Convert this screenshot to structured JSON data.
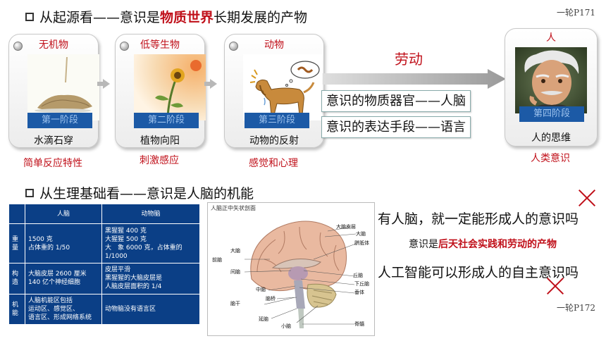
{
  "header": {
    "prefix": "从起源看——意识是",
    "highlight": "物质世界",
    "suffix": "长期发展的产物",
    "ref": "一轮P171"
  },
  "stages": [
    {
      "title": "无机物",
      "stage": "第一阶段",
      "caption": "水滴石穿",
      "label": "简单反应特性"
    },
    {
      "title": "低等生物",
      "stage": "第二阶段",
      "caption": "植物向阳",
      "label": "刺激感应"
    },
    {
      "title": "动物",
      "stage": "第三阶段",
      "caption": "动物的反射",
      "label": "感觉和心理"
    },
    {
      "title": "人",
      "stage": "第四阶段",
      "caption": "人的思维",
      "label": "人类意识"
    }
  ],
  "labor": {
    "label": "劳动",
    "fact1": "意识的物质器官——人脑",
    "fact2": "意识的表达手段——语言"
  },
  "section2": {
    "title": "从生理基础看——意识是人脑的机能",
    "ref": "一轮P172"
  },
  "table": {
    "headers": [
      "",
      "人脑",
      "动物脑"
    ],
    "rows": [
      {
        "label": "重量",
        "human": [
          "1500 克",
          "占体重的 1/50"
        ],
        "animal": [
          "黑猩猩 400 克",
          "大猩猩 500 克",
          "大　象 6000 克，占体重的 1/1000"
        ]
      },
      {
        "label": "构造",
        "human": [
          "大脑皮层 2600 厘米",
          "140 亿个神经细胞"
        ],
        "animal": [
          "皮层平滑",
          "黑猩猩的大脑皮层是",
          "人脑皮层面积的 1/4"
        ]
      },
      {
        "label": "机能",
        "human": [
          "人脑机能区包括",
          "运动区、感觉区、",
          "语言区、形成网络系统"
        ],
        "animal": [
          "动物脑没有语言区"
        ]
      }
    ]
  },
  "diagram": {
    "title": "人脑正中矢状剖面",
    "labels": {
      "dnq": "大脑皮层",
      "dn": "大脑",
      "pzt": "胼胝体",
      "qn": "前脑",
      "qn2": "丘脑",
      "jn": "间脑",
      "xqn": "下丘脑",
      "zn": "中脑",
      "ct": "垂体",
      "ng": "脑干",
      "qn3": "脑桥",
      "yn": "延脑",
      "xn": "小脑",
      "js": "脊髓"
    }
  },
  "claims": {
    "c1": "有人脑，就一定能形成人的意识吗",
    "c2_prefix": "意识是",
    "c2_highlight": "后天社会实践和劳动的产物",
    "c3": "人工智能可以形成人的自主意识吗"
  },
  "colors": {
    "accent_red": "#c0101a",
    "stage_blue": "#1c5aa6",
    "table_blue": "#0b3f86"
  }
}
